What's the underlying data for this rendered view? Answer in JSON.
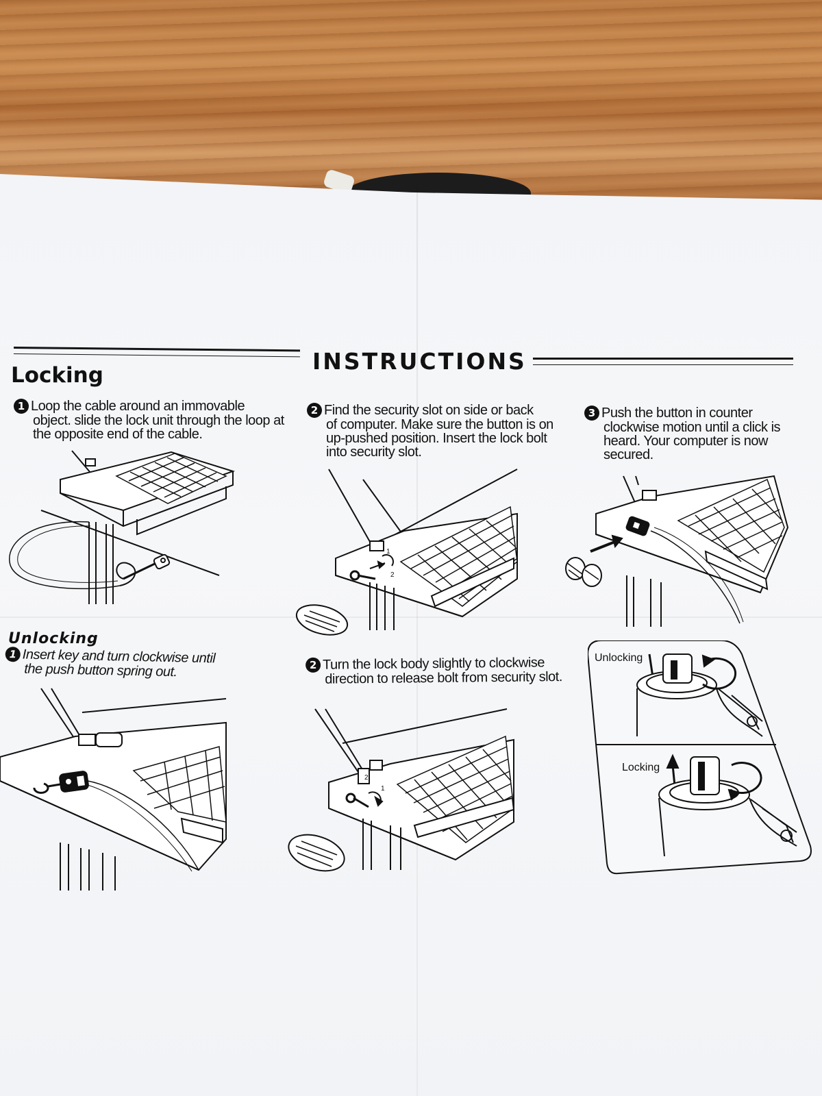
{
  "document": {
    "title": "INSTRUCTIONS",
    "locking": {
      "heading": "Locking",
      "steps": [
        {
          "num": "1",
          "lead": "Loop the cable around an immovable",
          "rest": "object. slide the lock unit through the loop at the opposite end of the cable."
        },
        {
          "num": "2",
          "lead": "Find the security slot on side or back",
          "rest": "of computer. Make sure the button is on up-pushed position. Insert the lock bolt into security slot."
        },
        {
          "num": "3",
          "lead": "Push the button in counter",
          "rest": "clockwise motion until a click is heard. Your computer is now secured."
        }
      ]
    },
    "unlocking": {
      "heading": "Unlocking",
      "steps": [
        {
          "num": "1",
          "lead": "Insert key and turn clockwise until",
          "rest": "the push button spring out."
        },
        {
          "num": "2",
          "lead": "Turn the lock body slightly to clockwise",
          "rest": "direction to release bolt from security slot."
        }
      ]
    },
    "inset": {
      "unlocking_label": "Unlocking",
      "locking_label": "Locking"
    },
    "step_markers": [
      "1",
      "2"
    ]
  },
  "colors": {
    "ink": "#111111",
    "paper": "#f4f6f8",
    "wood": "#c08048",
    "cable": "#1d1c1d"
  }
}
